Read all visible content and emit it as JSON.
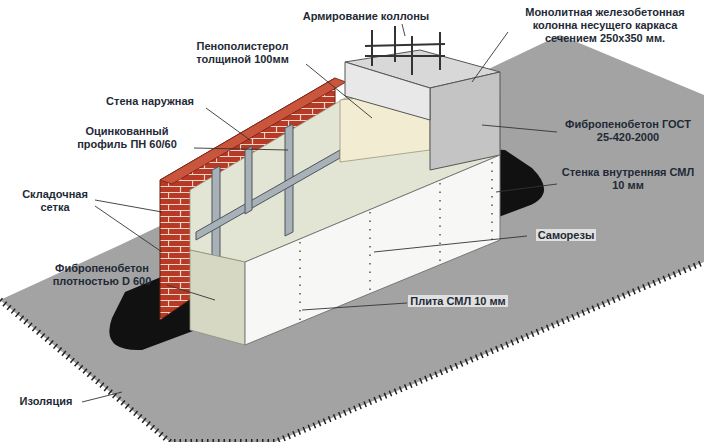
{
  "diagram": {
    "labels": [
      "Армирование коллоны",
      "Монолитная железобетонная колонна несущего каркаса сечением 250х350 мм.",
      "Пенополистерол толщиной 100мм",
      "Стена наружная",
      "Оцинкованный профиль ПН 60/60",
      "Складочная сетка",
      "Фибропенобетон ГОСТ 25-420-2000",
      "Стенка внутренняя СМЛ 10 мм",
      "Саморезы",
      "Фибропенобетон плотностью D 600",
      "Плита СМЛ 10 мм",
      "Изоляция"
    ]
  }
}
